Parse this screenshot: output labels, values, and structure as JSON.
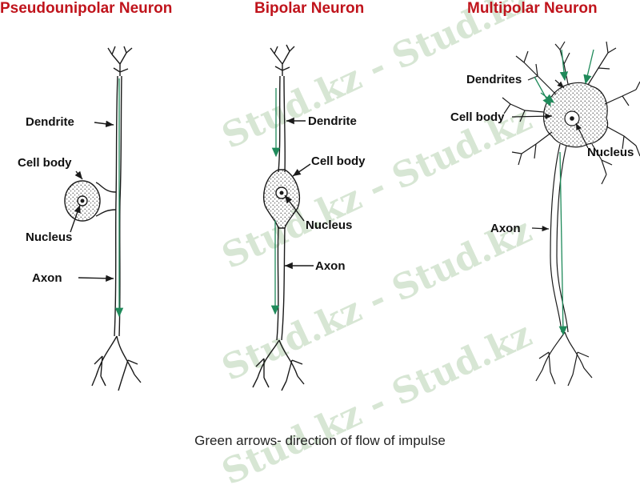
{
  "titles": {
    "pseudounipolar": "Pseudounipolar Neuron",
    "bipolar": "Bipolar Neuron",
    "multipolar": "Multipolar Neuron"
  },
  "labels": {
    "pseudo_dendrite": "Dendrite",
    "pseudo_cell_body": "Cell body",
    "pseudo_nucleus": "Nucleus",
    "pseudo_axon": "Axon",
    "bipolar_dendrite": "Dendrite",
    "bipolar_cell_body": "Cell body",
    "bipolar_nucleus": "Nucleus",
    "bipolar_axon": "Axon",
    "multi_dendrites": "Dendrites",
    "multi_cell_body": "Cell body",
    "multi_nucleus": "Nucleus",
    "multi_axon": "Axon"
  },
  "caption": "Green arrows- direction of flow of impulse",
  "watermark": [
    "Stud.kz - Stud.kz",
    "Stud.kz - Stud.kz",
    "Stud.kz - Stud.kz",
    "Stud.kz - Stud.kz"
  ],
  "colors": {
    "title": "#c0141c",
    "impulse_arrow": "#1f8a5a",
    "line": "#1a1a1a"
  }
}
